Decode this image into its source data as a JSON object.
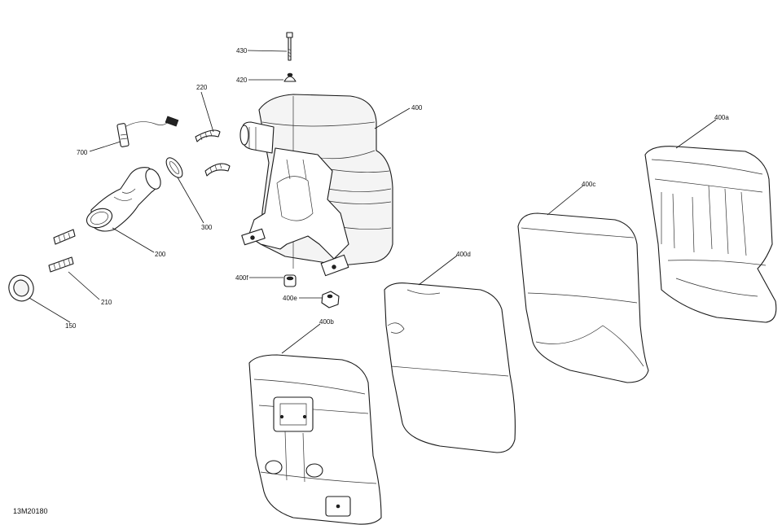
{
  "diagram": {
    "drawing_code": "13M20180",
    "callouts": [
      {
        "id": "c-430",
        "label": "430"
      },
      {
        "id": "c-420",
        "label": "420"
      },
      {
        "id": "c-400",
        "label": "400"
      },
      {
        "id": "c-220",
        "label": "220"
      },
      {
        "id": "c-700",
        "label": "700"
      },
      {
        "id": "c-300",
        "label": "300"
      },
      {
        "id": "c-200",
        "label": "200"
      },
      {
        "id": "c-210",
        "label": "210"
      },
      {
        "id": "c-150",
        "label": "150"
      },
      {
        "id": "c-400a",
        "label": "400a"
      },
      {
        "id": "c-400c",
        "label": "400c"
      },
      {
        "id": "c-400d",
        "label": "400d"
      },
      {
        "id": "c-400f",
        "label": "400f"
      },
      {
        "id": "c-400e",
        "label": "400e"
      },
      {
        "id": "c-400b",
        "label": "400b"
      }
    ]
  }
}
